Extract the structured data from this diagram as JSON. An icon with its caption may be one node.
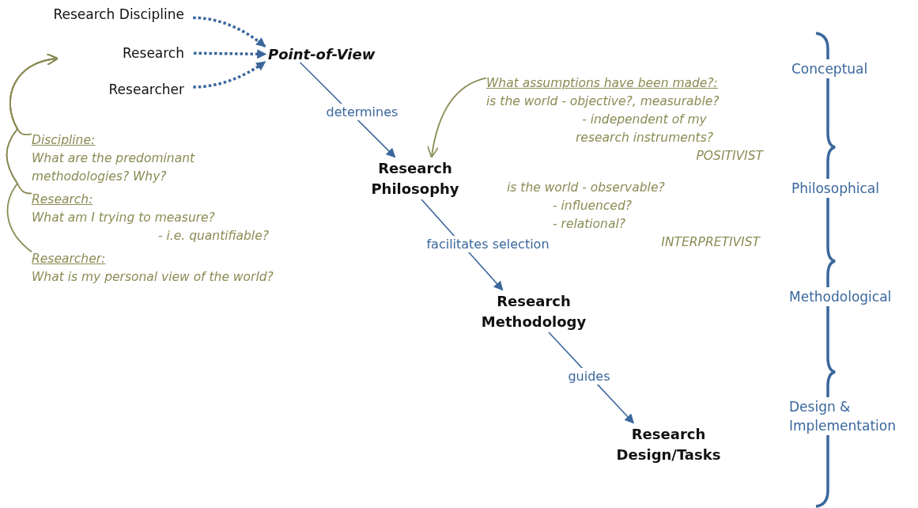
{
  "diagram": {
    "nodes": [
      {
        "text": [
          "Research Discipline"
        ]
      },
      {
        "text": [
          "Research"
        ]
      },
      {
        "text": [
          "Researcher"
        ]
      },
      {
        "text": [
          "Point-of-View"
        ]
      },
      {
        "text": [
          "Research Philosophy"
        ]
      },
      {
        "text": [
          "Research Methodology"
        ]
      },
      {
        "text": [
          "Research Design/Tasks"
        ]
      },
      {
        "text": [
          "Discipline:",
          "What are the predominant methodologies? Why?"
        ]
      },
      {
        "text": [
          "Research:",
          "What am I trying to measure?",
          "- i.e. quantifiable?"
        ]
      },
      {
        "text": [
          "Researcher:",
          "What is my personal view of the world?"
        ]
      },
      {
        "text": [
          "What assumptions have been made?:",
          "is the world - objective?, measurable?",
          "- independent of my research instruments?",
          "POSITIVIST"
        ]
      },
      {
        "text": [
          "is the world - observable?",
          "- influenced?",
          "- relational?",
          "INTERPRETIVIST"
        ]
      }
    ],
    "edges": [
      {
        "from": 0,
        "to": 3,
        "arrow": "to",
        "style": "dashed"
      },
      {
        "from": 1,
        "to": 3,
        "arrow": "to",
        "style": "dashed"
      },
      {
        "from": 2,
        "to": 3,
        "arrow": "to",
        "style": "dashed"
      },
      {
        "from": 3,
        "to": 4,
        "arrow": "to",
        "label": "determines"
      },
      {
        "from": 4,
        "to": 5,
        "arrow": "to",
        "label": "facilitates selection"
      },
      {
        "from": 5,
        "to": 6,
        "arrow": "to",
        "label": "guides"
      },
      {
        "from": 7,
        "to": null,
        "arrow": "to",
        "color": "#8b8b55"
      },
      {
        "from": 8,
        "to": null,
        "arrow": "to",
        "color": "#8b8b55"
      },
      {
        "from": 9,
        "to": null,
        "arrow": "to",
        "color": "#8b8b55"
      },
      {
        "from": 10,
        "to": 4,
        "arrow": "to",
        "color": "#8b8b55"
      }
    ],
    "labels": [
      "Conceptual",
      "Philosophical",
      "Methodological",
      "Design & Implementation"
    ]
  }
}
